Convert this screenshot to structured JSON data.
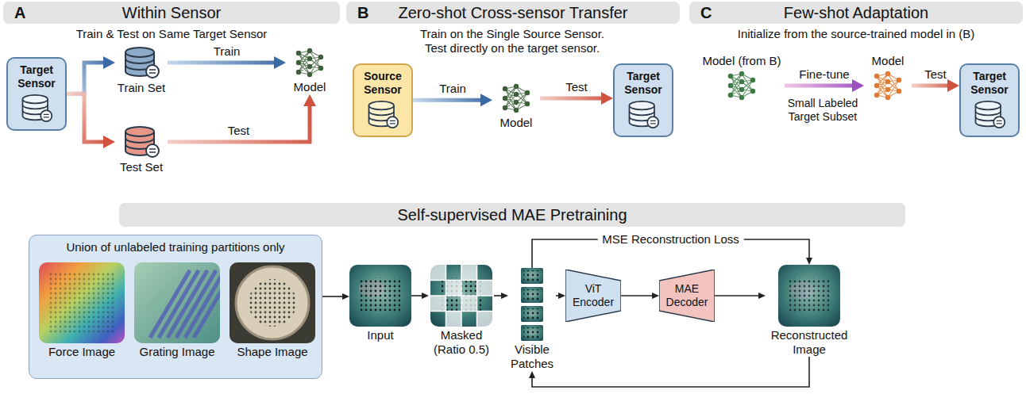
{
  "diagram": {
    "nodes": [
      {
        "text": [
          "A",
          "Within Sensor"
        ]
      },
      {
        "text": [
          "Target Sensor"
        ]
      },
      {
        "text": [
          "Train Set"
        ]
      },
      {
        "text": [
          "Test Set"
        ]
      },
      {
        "text": [
          "Model"
        ]
      },
      {
        "text": [
          "B",
          "Zero-shot Cross-sensor Transfer"
        ]
      },
      {
        "text": [
          "Source Sensor"
        ]
      },
      {
        "text": [
          "Model"
        ]
      },
      {
        "text": [
          "Target Sensor"
        ]
      },
      {
        "text": [
          "C",
          "Few-shot Adaptation"
        ]
      },
      {
        "text": [
          "Model (from B)"
        ]
      },
      {
        "text": [
          "Model"
        ]
      },
      {
        "text": [
          "Target Sensor"
        ]
      },
      {
        "text": [
          "Self-supervised MAE Pretraining"
        ]
      },
      {
        "text": [
          "Union of unlabeled training partitions only"
        ]
      },
      {
        "text": [
          "Force Image"
        ],
        "in": 14
      },
      {
        "text": [
          "Grating Image"
        ],
        "in": 14
      },
      {
        "text": [
          "Shape Image"
        ],
        "in": 14
      },
      {
        "text": [
          "Input"
        ]
      },
      {
        "text": [
          "Masked (Ratio 0.5)"
        ]
      },
      {
        "text": [
          "Visible Patches"
        ]
      },
      {
        "text": [
          "ViT Encoder"
        ]
      },
      {
        "text": [
          "MAE Decoder"
        ]
      },
      {
        "text": [
          "Reconstructed Image"
        ]
      }
    ],
    "edges": [
      {
        "from": 1,
        "to": 2,
        "arrow": "to"
      },
      {
        "from": 1,
        "to": 3,
        "arrow": "to"
      },
      {
        "from": 2,
        "to": 4,
        "label": "Train",
        "arrow": "to"
      },
      {
        "from": 3,
        "to": 4,
        "label": "Test",
        "arrow": "to"
      },
      {
        "from": 6,
        "to": 7,
        "label": "Train",
        "arrow": "to"
      },
      {
        "from": 7,
        "to": 8,
        "label": "Test",
        "arrow": "to"
      },
      {
        "from": 10,
        "to": 11,
        "label": "Fine-tune",
        "arrow": "to"
      },
      {
        "from": 11,
        "to": 12,
        "label": "Test",
        "arrow": "to"
      },
      {
        "from": 14,
        "to": 18,
        "arrow": "to"
      },
      {
        "from": 18,
        "to": 19,
        "arrow": "to"
      },
      {
        "from": 19,
        "to": 20,
        "arrow": "to"
      },
      {
        "from": 20,
        "to": 21,
        "arrow": "to"
      },
      {
        "from": 21,
        "to": 22,
        "arrow": "to"
      },
      {
        "from": 22,
        "to": 23,
        "arrow": "to"
      },
      {
        "from": 20,
        "to": 23,
        "label": "MSE Reconstruction Loss",
        "arrow": "to"
      },
      {
        "from": 23,
        "to": 20,
        "arrow": "to"
      }
    ],
    "labels": [
      "Train & Test on Same Target Sensor",
      "Train on the Single Source Sensor. Test directly on the target sensor.",
      "Initialize from the source-trained model in (B)",
      "Small Labeled Target Subset"
    ]
  }
}
